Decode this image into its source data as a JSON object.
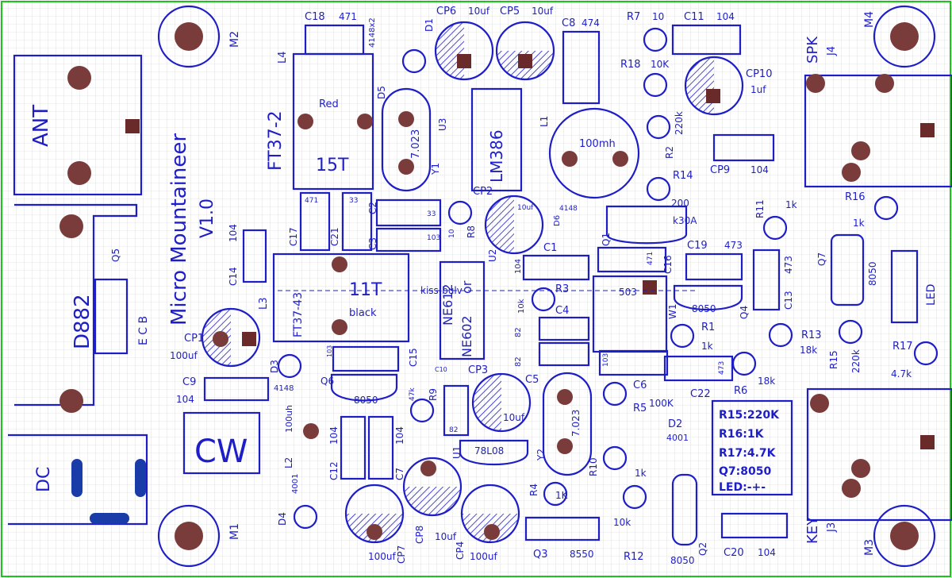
{
  "board": {
    "title": "Micro Mountaineer",
    "version": "V1.0",
    "mode_label": "CW",
    "watermark": "kiss-bulv",
    "notes": [
      "R15:220K",
      "R16:1K",
      "R17:4.7K",
      "Q7:8050",
      "LED:-+-"
    ]
  },
  "labels": [
    {
      "id": "m1",
      "text": "M1"
    },
    {
      "id": "m2",
      "text": "M2"
    },
    {
      "id": "m3",
      "text": "M3"
    },
    {
      "id": "m4",
      "text": "M4"
    },
    {
      "id": "ant",
      "text": "ANT"
    },
    {
      "id": "dc",
      "text": "DC"
    },
    {
      "id": "d882",
      "text": "D882"
    },
    {
      "id": "q5",
      "text": "Q5"
    },
    {
      "id": "ecb",
      "text": "E C B"
    },
    {
      "id": "spk",
      "text": "SPK"
    },
    {
      "id": "j4",
      "text": "J4"
    },
    {
      "id": "key",
      "text": "KEY"
    },
    {
      "id": "j3",
      "text": "J3"
    },
    {
      "id": "led",
      "text": "LED"
    },
    {
      "id": "l4",
      "text": "L4"
    },
    {
      "id": "ft372",
      "text": "FT37-2"
    },
    {
      "id": "red",
      "text": "Red"
    },
    {
      "id": "t15",
      "text": "15T"
    },
    {
      "id": "l3",
      "text": "L3"
    },
    {
      "id": "ft3743",
      "text": "FT37-43"
    },
    {
      "id": "t11",
      "text": "11T"
    },
    {
      "id": "black",
      "text": "black"
    },
    {
      "id": "c18",
      "text": "C18"
    },
    {
      "id": "c18v",
      "text": "471"
    },
    {
      "id": "d1",
      "text": "D1"
    },
    {
      "id": "d1v",
      "text": "4148x2"
    },
    {
      "id": "d5",
      "text": "D5"
    },
    {
      "id": "cp6",
      "text": "CP6"
    },
    {
      "id": "cp6v",
      "text": "10uf"
    },
    {
      "id": "cp5",
      "text": "CP5"
    },
    {
      "id": "cp5v",
      "text": "10uf"
    },
    {
      "id": "c8",
      "text": "C8"
    },
    {
      "id": "c8v",
      "text": "474"
    },
    {
      "id": "r7",
      "text": "R7"
    },
    {
      "id": "r7v",
      "text": "10"
    },
    {
      "id": "c11",
      "text": "C11"
    },
    {
      "id": "c11v",
      "text": "104"
    },
    {
      "id": "r18",
      "text": "R18"
    },
    {
      "id": "r18v",
      "text": "10K"
    },
    {
      "id": "cp10",
      "text": "CP10"
    },
    {
      "id": "cp10v",
      "text": "1uf"
    },
    {
      "id": "u3",
      "text": "U3"
    },
    {
      "id": "lm386",
      "text": "LM386"
    },
    {
      "id": "y1",
      "text": "Y1"
    },
    {
      "id": "y1v",
      "text": "7.023"
    },
    {
      "id": "l1",
      "text": "L1"
    },
    {
      "id": "l1v",
      "text": "100mh"
    },
    {
      "id": "r2",
      "text": "R2"
    },
    {
      "id": "r2v",
      "text": "220k"
    },
    {
      "id": "r14",
      "text": "R14"
    },
    {
      "id": "r14v",
      "text": "200"
    },
    {
      "id": "cp9",
      "text": "CP9"
    },
    {
      "id": "cp9v",
      "text": "104"
    },
    {
      "id": "r11",
      "text": "R11"
    },
    {
      "id": "r11v",
      "text": "1k"
    },
    {
      "id": "r16",
      "text": "R16"
    },
    {
      "id": "r16v",
      "text": "1k"
    },
    {
      "id": "c17",
      "text": "C17"
    },
    {
      "id": "c17v",
      "text": "471"
    },
    {
      "id": "c21",
      "text": "C21"
    },
    {
      "id": "c21v",
      "text": "33"
    },
    {
      "id": "c2",
      "text": "C2"
    },
    {
      "id": "c2v",
      "text": "33"
    },
    {
      "id": "c3",
      "text": "C3"
    },
    {
      "id": "c3v",
      "text": "103"
    },
    {
      "id": "cp2",
      "text": "CP2"
    },
    {
      "id": "cp2v",
      "text": "10uf"
    },
    {
      "id": "r8",
      "text": "R8"
    },
    {
      "id": "r8v",
      "text": "10"
    },
    {
      "id": "d6",
      "text": "D6"
    },
    {
      "id": "d6v",
      "text": "4148"
    },
    {
      "id": "q1",
      "text": "Q1"
    },
    {
      "id": "q1v",
      "text": "k30A"
    },
    {
      "id": "c1",
      "text": "C1"
    },
    {
      "id": "c16",
      "text": "C16"
    },
    {
      "id": "c16v",
      "text": "471"
    },
    {
      "id": "c19",
      "text": "C19"
    },
    {
      "id": "c19v",
      "text": "473"
    },
    {
      "id": "q7",
      "text": "Q7"
    },
    {
      "id": "q7v",
      "text": "8050"
    },
    {
      "id": "c14",
      "text": "C14"
    },
    {
      "id": "c14v",
      "text": "104"
    },
    {
      "id": "u2",
      "text": "U2"
    },
    {
      "id": "ne1",
      "text": "NE602"
    },
    {
      "id": "or",
      "text": "or"
    },
    {
      "id": "ne2",
      "text": "NE612"
    },
    {
      "id": "c1v",
      "text": "104"
    },
    {
      "id": "r3",
      "text": "R3"
    },
    {
      "id": "r3v",
      "text": "10k"
    },
    {
      "id": "c4",
      "text": "C4"
    },
    {
      "id": "c4v",
      "text": "82"
    },
    {
      "id": "c5",
      "text": "C5"
    },
    {
      "id": "c5v",
      "text": "82"
    },
    {
      "id": "w1",
      "text": "W1"
    },
    {
      "id": "w1v",
      "text": "503"
    },
    {
      "id": "q4",
      "text": "Q4"
    },
    {
      "id": "q4v",
      "text": "8050"
    },
    {
      "id": "c13",
      "text": "C13"
    },
    {
      "id": "c13v",
      "text": "473"
    },
    {
      "id": "r1",
      "text": "R1"
    },
    {
      "id": "r1v",
      "text": "1k"
    },
    {
      "id": "r13",
      "text": "R13"
    },
    {
      "id": "r13v",
      "text": "18k"
    },
    {
      "id": "r15",
      "text": "R15"
    },
    {
      "id": "r15v",
      "text": "220k"
    },
    {
      "id": "r17",
      "text": "R17"
    },
    {
      "id": "r17v",
      "text": "4.7k"
    },
    {
      "id": "cp1",
      "text": "CP1"
    },
    {
      "id": "cp1v",
      "text": "100uf"
    },
    {
      "id": "d3",
      "text": "D3"
    },
    {
      "id": "d3v",
      "text": "4148"
    },
    {
      "id": "c9",
      "text": "C9"
    },
    {
      "id": "c9v",
      "text": "104"
    },
    {
      "id": "c103",
      "text": "103"
    },
    {
      "id": "c15",
      "text": "C15"
    },
    {
      "id": "c10",
      "text": "C10"
    },
    {
      "id": "c10v",
      "text": "82"
    },
    {
      "id": "q6",
      "text": "Q6"
    },
    {
      "id": "q6v",
      "text": "8050"
    },
    {
      "id": "r9",
      "text": "R9"
    },
    {
      "id": "r9v",
      "text": "47k"
    },
    {
      "id": "cp3",
      "text": "CP3"
    },
    {
      "id": "cp3v",
      "text": "10uf"
    },
    {
      "id": "y2",
      "text": "Y2"
    },
    {
      "id": "y2v",
      "text": "7.023"
    },
    {
      "id": "c6",
      "text": "C6"
    },
    {
      "id": "c6v",
      "text": "103"
    },
    {
      "id": "c22",
      "text": "C22"
    },
    {
      "id": "c22v",
      "text": "473"
    },
    {
      "id": "r6",
      "text": "R6"
    },
    {
      "id": "r6v",
      "text": "18k"
    },
    {
      "id": "r5",
      "text": "R5"
    },
    {
      "id": "r5v",
      "text": "100K"
    },
    {
      "id": "d2",
      "text": "D2"
    },
    {
      "id": "d2v",
      "text": "4001"
    },
    {
      "id": "l2",
      "text": "L2"
    },
    {
      "id": "l2v",
      "text": "100uh"
    },
    {
      "id": "c12",
      "text": "C12"
    },
    {
      "id": "c12v",
      "text": "104"
    },
    {
      "id": "c7",
      "text": "C7"
    },
    {
      "id": "c7v",
      "text": "104"
    },
    {
      "id": "u1",
      "text": "U1"
    },
    {
      "id": "u1v",
      "text": "78L08"
    },
    {
      "id": "r10",
      "text": "R10"
    },
    {
      "id": "r10v",
      "text": "1k"
    },
    {
      "id": "d4",
      "text": "D4"
    },
    {
      "id": "d4v",
      "text": "4001"
    },
    {
      "id": "cp7",
      "text": "CP7"
    },
    {
      "id": "cp7v",
      "text": "100uf"
    },
    {
      "id": "cp8",
      "text": "CP8"
    },
    {
      "id": "cp8v",
      "text": "10uf"
    },
    {
      "id": "cp4",
      "text": "CP4"
    },
    {
      "id": "cp4v",
      "text": "100uf"
    },
    {
      "id": "r4",
      "text": "R4"
    },
    {
      "id": "r4v",
      "text": "1K"
    },
    {
      "id": "q3",
      "text": "Q3"
    },
    {
      "id": "q3v",
      "text": "8550"
    },
    {
      "id": "r12",
      "text": "R12"
    },
    {
      "id": "r12v",
      "text": "10k"
    },
    {
      "id": "q2",
      "text": "Q2"
    },
    {
      "id": "q2v",
      "text": "8050"
    },
    {
      "id": "c20",
      "text": "C20"
    },
    {
      "id": "c20v",
      "text": "104"
    }
  ]
}
